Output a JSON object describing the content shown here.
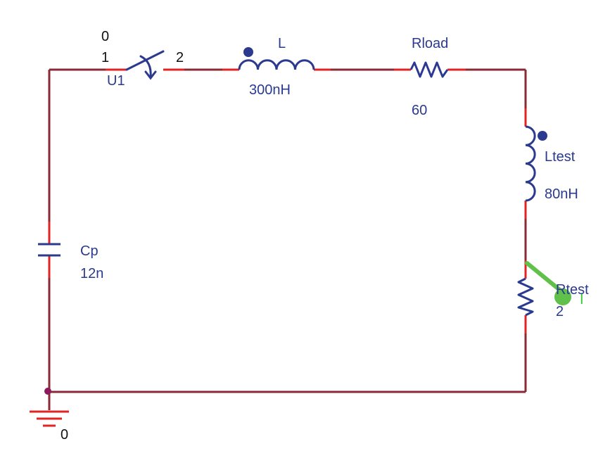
{
  "colors": {
    "wire": "#8b2a34",
    "pin": "#e32323",
    "part": "#2b3a8f",
    "probe": "#5fc04a",
    "junction": "#8e1a5e",
    "ground": "#e32323",
    "pin_number": "#111111",
    "probe_text": "#33cc33"
  },
  "switch": {
    "ref": "U1",
    "pin_top": "0",
    "pin_left": "1",
    "pin_right": "2"
  },
  "inductor_l": {
    "ref": "L",
    "value": "300nH"
  },
  "resistor_load": {
    "ref": "Rload",
    "value": "60"
  },
  "inductor_test": {
    "ref": "Ltest",
    "value": "80nH"
  },
  "resistor_test": {
    "ref": "Rtest",
    "value": "2"
  },
  "capacitor": {
    "ref": "Cp",
    "value": "12n"
  },
  "ground": {
    "label": "0"
  },
  "probe": {
    "label": "I"
  }
}
